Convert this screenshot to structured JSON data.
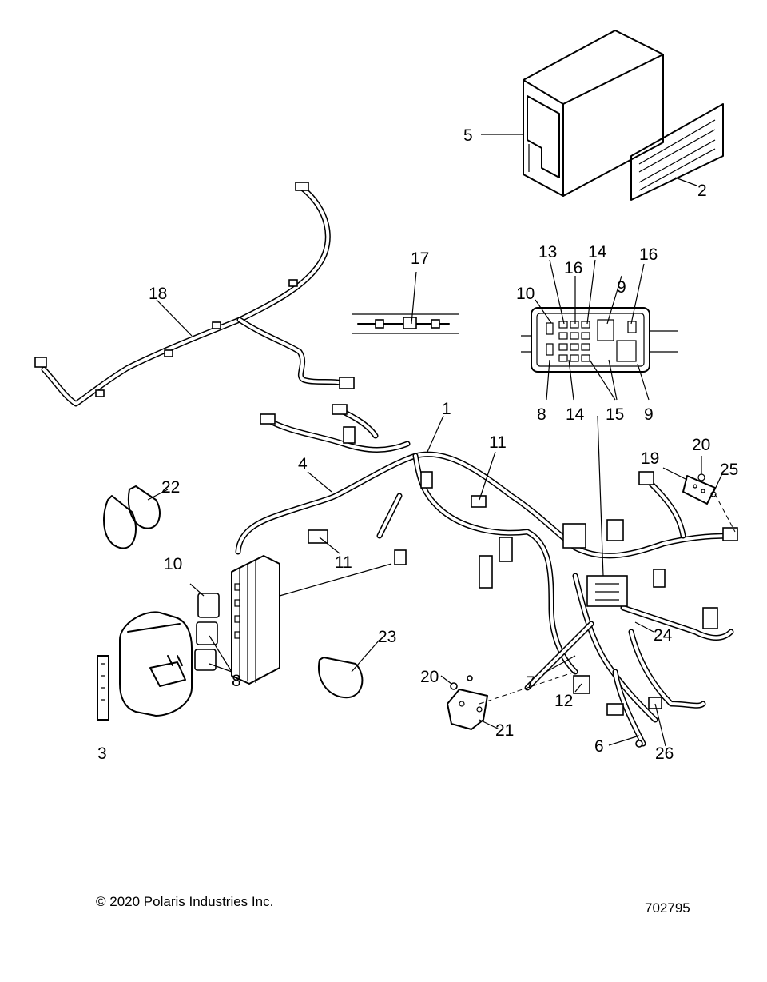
{
  "callouts": {
    "c1": "1",
    "c2": "2",
    "c3": "3",
    "c4": "4",
    "c5": "5",
    "c6": "6",
    "c7": "7",
    "c8_fusebox": "8",
    "c8_fuses": "8",
    "c9_top": "9",
    "c9_bottom": "9",
    "c10_fusebox": "10",
    "c10_fuses": "10",
    "c11_upper": "11",
    "c11_lower": "11",
    "c12": "12",
    "c13": "13",
    "c14_top": "14",
    "c14_bottom": "14",
    "c15": "15",
    "c16_left": "16",
    "c16_right": "16",
    "c17": "17",
    "c18": "18",
    "c19": "19",
    "c20_top": "20",
    "c20_bottom": "20",
    "c21": "21",
    "c22": "22",
    "c23": "23",
    "c24": "24",
    "c25": "25",
    "c26": "26"
  },
  "footer": {
    "copyright": "© 2020 Polaris Industries Inc.",
    "figure_number": "702795"
  }
}
